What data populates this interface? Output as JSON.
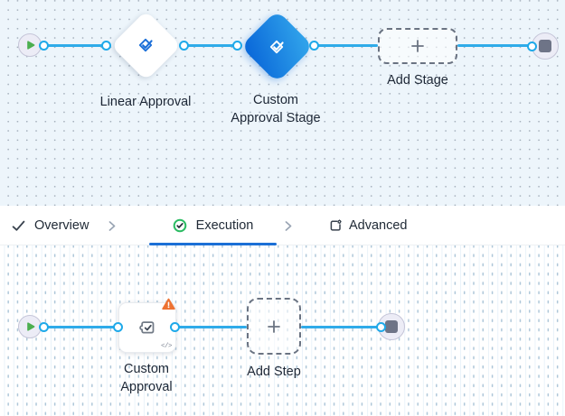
{
  "stage_canvas": {
    "nodes": [
      {
        "id": "start",
        "type": "start",
        "icon": "play-icon"
      },
      {
        "id": "linear-approval",
        "type": "stage",
        "label": "Linear Approval",
        "icon": "approval-diamond-icon",
        "selected": false
      },
      {
        "id": "custom-approval-stage",
        "type": "stage",
        "label": "Custom\nApproval Stage",
        "icon": "approval-diamond-icon",
        "selected": true
      },
      {
        "id": "add-stage",
        "type": "add-button",
        "label": "Add Stage",
        "icon": "plus-icon"
      },
      {
        "id": "end",
        "type": "end",
        "icon": "stop-icon"
      }
    ]
  },
  "tab_bar": {
    "tabs": [
      {
        "label": "Overview",
        "icon": "check-icon",
        "active": false
      },
      {
        "label": "Execution",
        "icon": "check-circle-icon",
        "active": true
      },
      {
        "label": "Advanced",
        "icon": "box-gear-icon",
        "active": false
      }
    ],
    "separator_icon": "chevron-right-icon"
  },
  "step_canvas": {
    "nodes": [
      {
        "id": "start",
        "type": "start",
        "icon": "play-icon"
      },
      {
        "id": "custom-approval",
        "type": "step",
        "label": "Custom\nApproval",
        "icon": "puzzle-check-icon",
        "warning_badge": "warning-icon",
        "code_glyph": "</>"
      },
      {
        "id": "add-step",
        "type": "add-button",
        "label": "Add Step",
        "icon": "plus-icon"
      },
      {
        "id": "end",
        "type": "end",
        "icon": "stop-icon"
      }
    ]
  },
  "colors": {
    "edge_blue": "#2fabe9",
    "selected_node_gradient_start": "#2fa1ea",
    "selected_node_gradient_end": "#0c6bda",
    "active_tab_underline": "#1b6fd6",
    "warning_orange": "#ed7232",
    "execution_green": "#2abb62",
    "start_green": "#4caf50",
    "end_square_slate": "#6e7487",
    "canvas_top_bg": "#edf5fb"
  }
}
